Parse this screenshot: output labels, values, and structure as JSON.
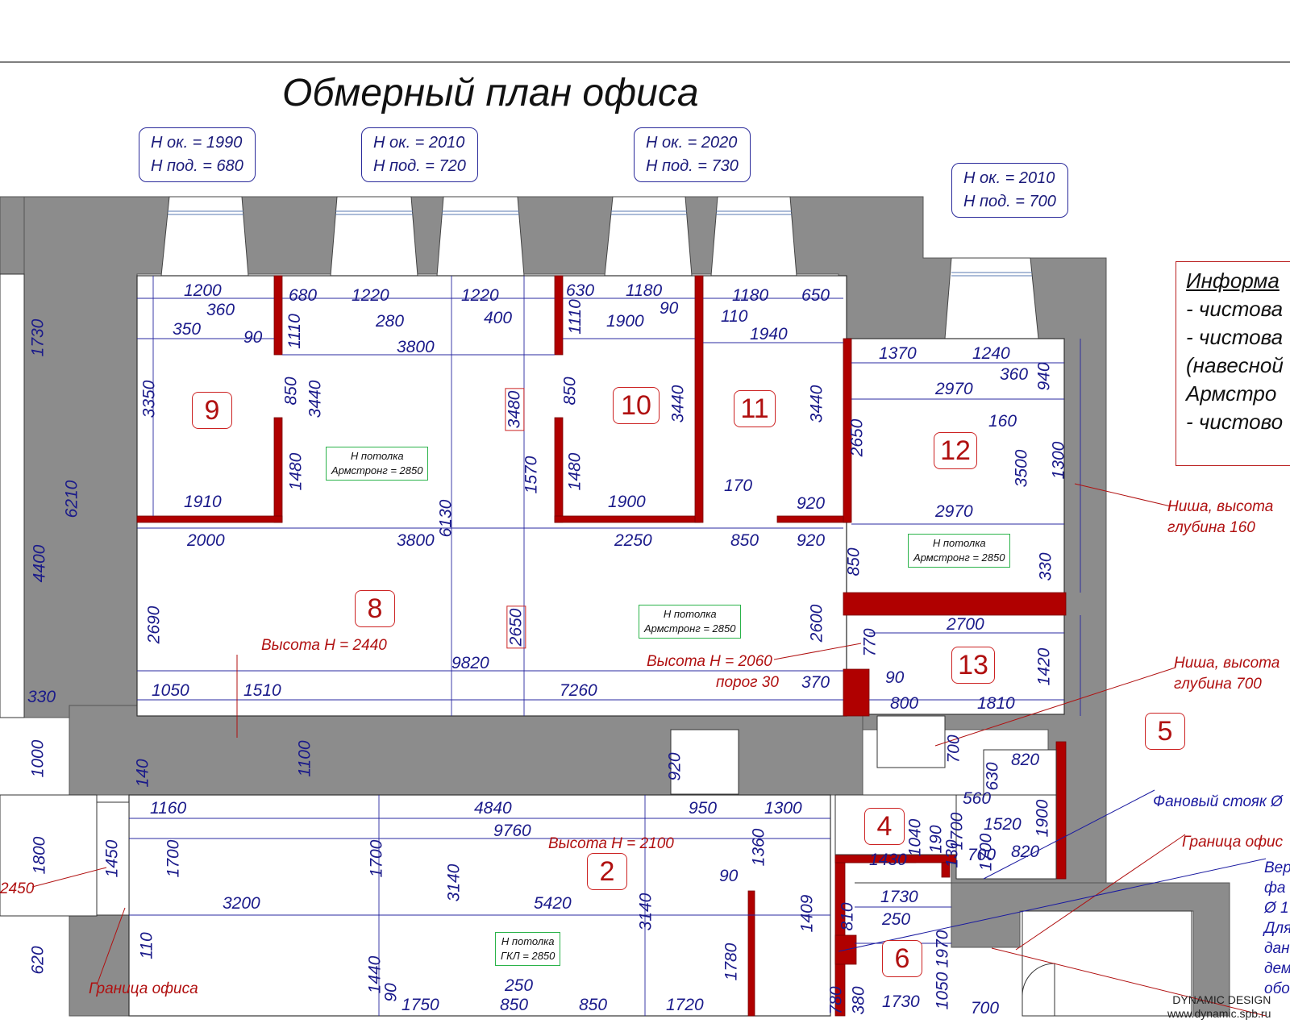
{
  "title": "Обмерный план офиса",
  "window_labels": [
    {
      "h_ok": "H ок. = 1990",
      "h_pod": "H под. = 680"
    },
    {
      "h_ok": "H ок. = 2010",
      "h_pod": "H под. = 720"
    },
    {
      "h_ok": "H ок. = 2020",
      "h_pod": "H под. = 730"
    },
    {
      "h_ok": "H ок. = 2010",
      "h_pod": "H под. = 700"
    }
  ],
  "info_box": {
    "lines": [
      "Информа",
      "- чистова",
      "- чистова",
      "(навесной",
      "Армстро",
      "- чистово"
    ]
  },
  "rooms": [
    "9",
    "10",
    "11",
    "12",
    "8",
    "13",
    "5",
    "4",
    "2",
    "6"
  ],
  "ceilings": [
    {
      "l1": "H потолка",
      "l2": "Армстронг = 2850"
    },
    {
      "l1": "H потолка",
      "l2": "Армстронг = 2850"
    },
    {
      "l1": "H потолка",
      "l2": "Армстронг = 2850"
    },
    {
      "l1": "H потолка",
      "l2": "ГКЛ = 2850"
    }
  ],
  "notes": {
    "height_8": "Высота H = 2440",
    "height_door": "Высота H = 2060",
    "porog": "порог 30",
    "height_2": "Высота H = 2100",
    "niche1_a": "Ниша, высота",
    "niche1_b": "глубина 160",
    "niche2_a": "Ниша, высота",
    "niche2_b": "глубина 700",
    "stoyak": "Фановый стояк Ø",
    "border_right": "Граница офис",
    "border_left": "Граница офиса",
    "left_2450": "2450",
    "blue_lines": [
      "Вер",
      "фа",
      "Ø 1",
      "Для",
      "дан",
      "дем",
      "обо"
    ]
  },
  "dims": {
    "h": [
      "1200",
      "360",
      "350",
      "90",
      "680",
      "1220",
      "280",
      "1220",
      "400",
      "3800",
      "630",
      "1180",
      "90",
      "1900",
      "1180",
      "650",
      "110",
      "1940",
      "1370",
      "1240",
      "2970",
      "360",
      "160",
      "1910",
      "1900",
      "170",
      "920",
      "2970",
      "2000",
      "3800",
      "2250",
      "850",
      "920",
      "2700",
      "9820",
      "1050",
      "1510",
      "7260",
      "370",
      "90",
      "800",
      "1810",
      "330",
      "1160",
      "4840",
      "950",
      "1300",
      "9760",
      "560",
      "1520",
      "820",
      "820",
      "700",
      "1430",
      "3200",
      "5420",
      "90",
      "1730",
      "250",
      "250",
      "1750",
      "850",
      "850",
      "1720",
      "1730",
      "700"
    ],
    "v": [
      "1730",
      "6210",
      "4400",
      "3350",
      "850",
      "3440",
      "1110",
      "1480",
      "3480",
      "6130",
      "1570",
      "1110",
      "850",
      "1480",
      "3440",
      "3440",
      "2650",
      "940",
      "1300",
      "3500",
      "330",
      "850",
      "2690",
      "2650",
      "2600",
      "770",
      "1420",
      "1000",
      "1100",
      "920",
      "140",
      "1800",
      "1450",
      "1700",
      "1700",
      "1700",
      "3140",
      "1360",
      "1040",
      "190",
      "130",
      "1700",
      "630",
      "1900",
      "700",
      "620",
      "110",
      "1440",
      "90",
      "3140",
      "1780",
      "1409",
      "810",
      "1970",
      "1050",
      "780",
      "380"
    ]
  },
  "brand": {
    "name": "DYNAMIC DESIGN",
    "site": "www.dynamic.spb.ru"
  }
}
